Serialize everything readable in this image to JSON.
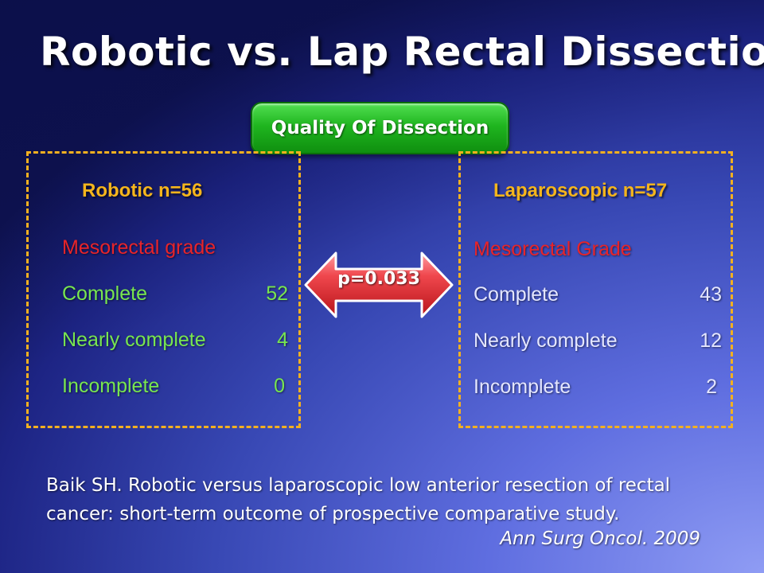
{
  "slide": {
    "title": "Robotic vs. Lap Rectal Dissection",
    "banner": "Quality Of Dissection",
    "p_value": "p=0.033"
  },
  "robotic": {
    "heading": "Robotic n=56",
    "subheading": "Mesorectal grade",
    "rows": [
      {
        "label": "Complete",
        "value": "52"
      },
      {
        "label": "Nearly complete",
        "value": "4"
      },
      {
        "label": "Incomplete",
        "value": "0"
      }
    ]
  },
  "laparoscopic": {
    "heading": "Laparoscopic n=57",
    "subheading": "Mesorectal Grade",
    "rows": [
      {
        "label": "Complete",
        "value": "43"
      },
      {
        "label": "Nearly complete",
        "value": "12"
      },
      {
        "label": "Incomplete",
        "value": "2"
      }
    ]
  },
  "citation": {
    "text": "Baik SH. Robotic versus laparoscopic low anterior resection of rectal cancer: short-term outcome of prospective comparative study.",
    "journal": "Ann Surg Oncol. 2009"
  },
  "colors": {
    "heading": "#f5b51c",
    "subheading": "#e8242a",
    "robotic_rows": "#78e650",
    "lap_rows": "#e4e6ff",
    "box_border": "#f3b020",
    "banner": "#1fb51f",
    "arrow": "#e8242a"
  }
}
